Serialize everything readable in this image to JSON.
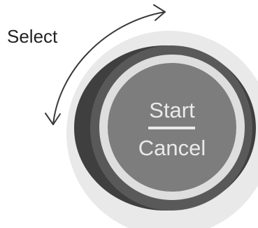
{
  "labels": {
    "select": "Select",
    "start": "Start",
    "cancel": "Cancel"
  },
  "icons": {
    "rotate_arrow": "double-headed-curved-arrow-icon",
    "knob": "start-cancel-knob"
  },
  "colors": {
    "background": "#ffffff",
    "halo": "#e9e9e9",
    "knob_outer_dark": "#3f3f3f",
    "knob_mid": "#595959",
    "knob_ring_light": "#dedede",
    "knob_face": "#7d7d7d",
    "face_text": "#eaeaea",
    "arrow": "#3a3a3a",
    "label_text": "#222222"
  }
}
